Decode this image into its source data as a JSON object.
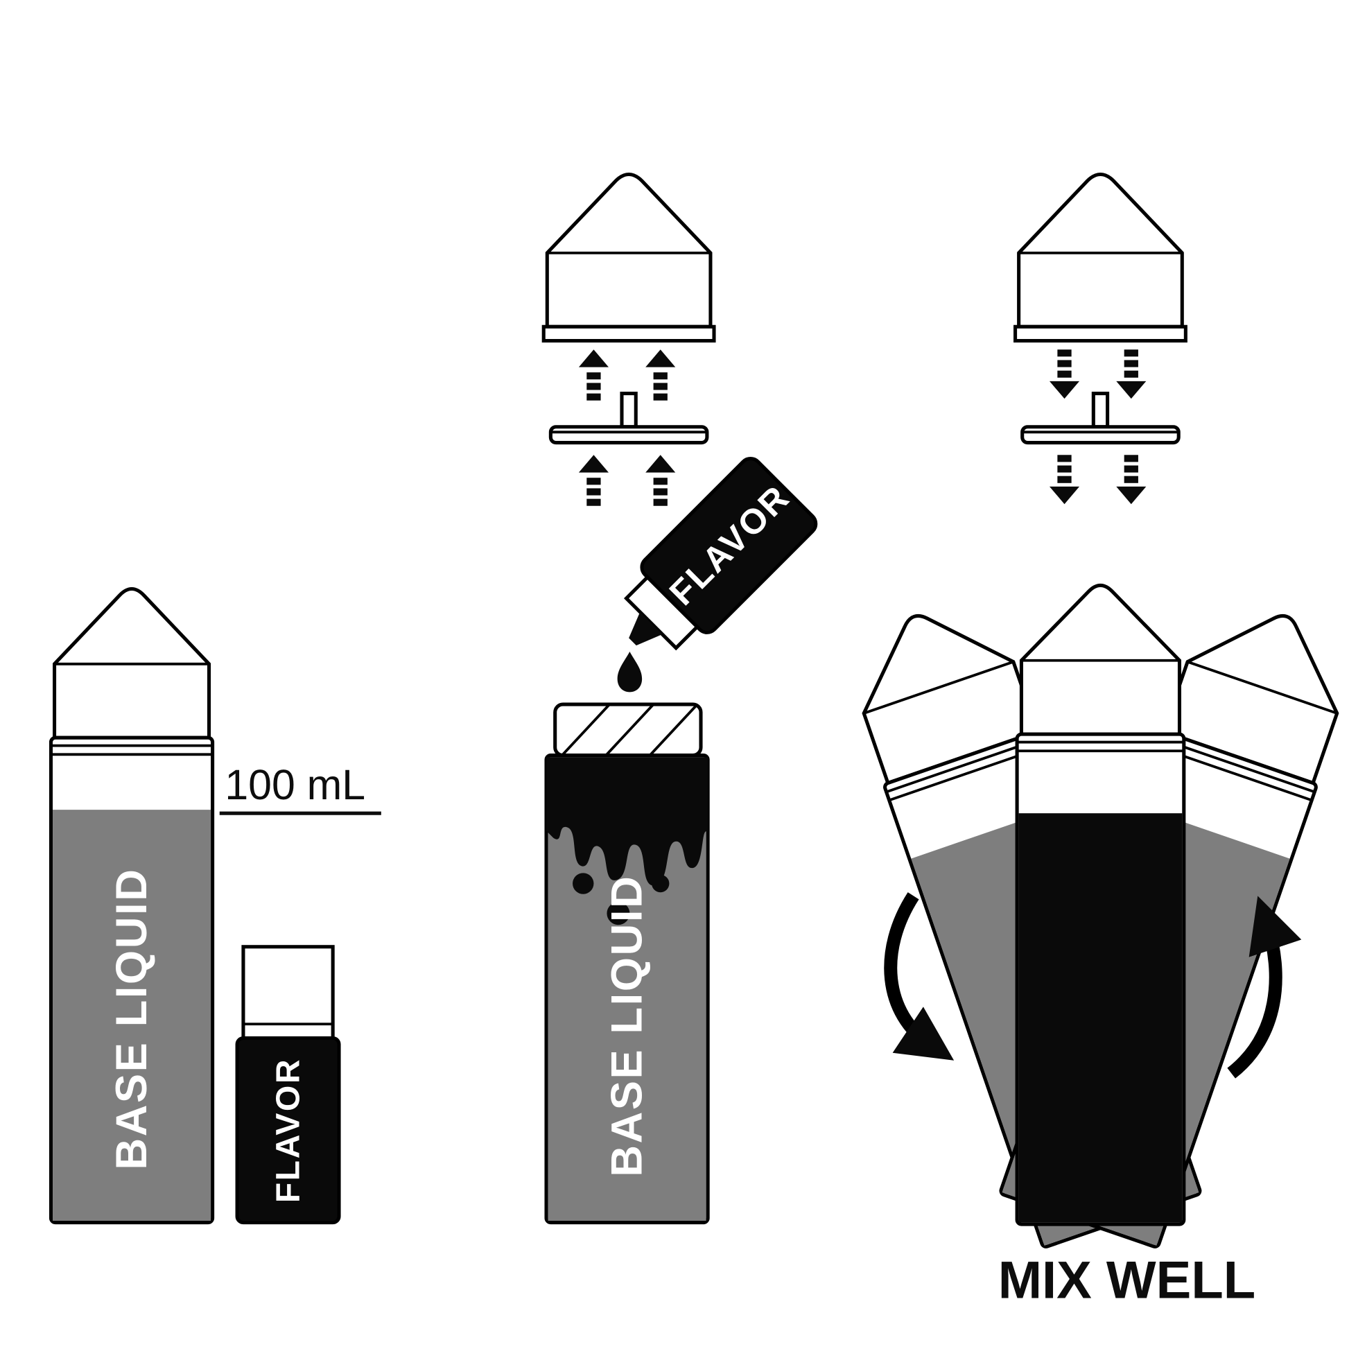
{
  "labels": {
    "base_liquid": "BASE LIQUID",
    "flavor": "FLAVOR",
    "volume": "100 mL",
    "mix_well": "MIX WELL"
  },
  "colors": {
    "liquid_gray": "#7e7e7e",
    "ink": "#0a0a0a",
    "paper": "#ffffff",
    "outline": "#000000"
  }
}
